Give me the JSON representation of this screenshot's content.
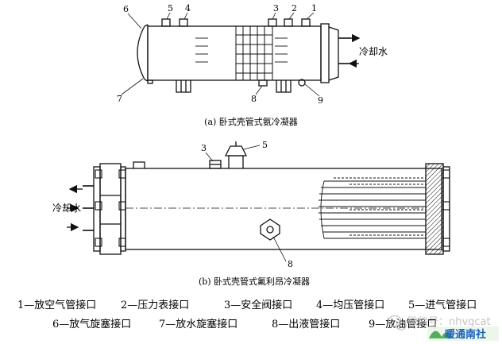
{
  "diagram_a": {
    "caption": "(a) 卧式壳管式氨冷凝器",
    "water_label": "冷却水",
    "callouts": [
      "6",
      "5",
      "4",
      "3",
      "2",
      "1",
      "7",
      "8",
      "9"
    ]
  },
  "diagram_b": {
    "caption": "(b) 卧式壳管式氟利昂冷凝器",
    "water_label": "冷却水",
    "callouts": [
      "3",
      "5",
      "8"
    ]
  },
  "legend": [
    "1—放空气管接口",
    "2—压力表接口",
    "3—安全阀接口",
    "4—均压管接口",
    "5—进气管接口",
    "6—放气旋塞接口",
    "7—放水旋塞接口",
    "8—出液管接口",
    "9—放油管接口"
  ],
  "watermark": {
    "text": "微信号：nhvgcat",
    "badge": "暖通南社",
    "icon": "wechat-icon"
  },
  "colors": {
    "line": "#111111",
    "watermark_green": "#2f9a3a",
    "badge_text": "#1a5fbf"
  }
}
